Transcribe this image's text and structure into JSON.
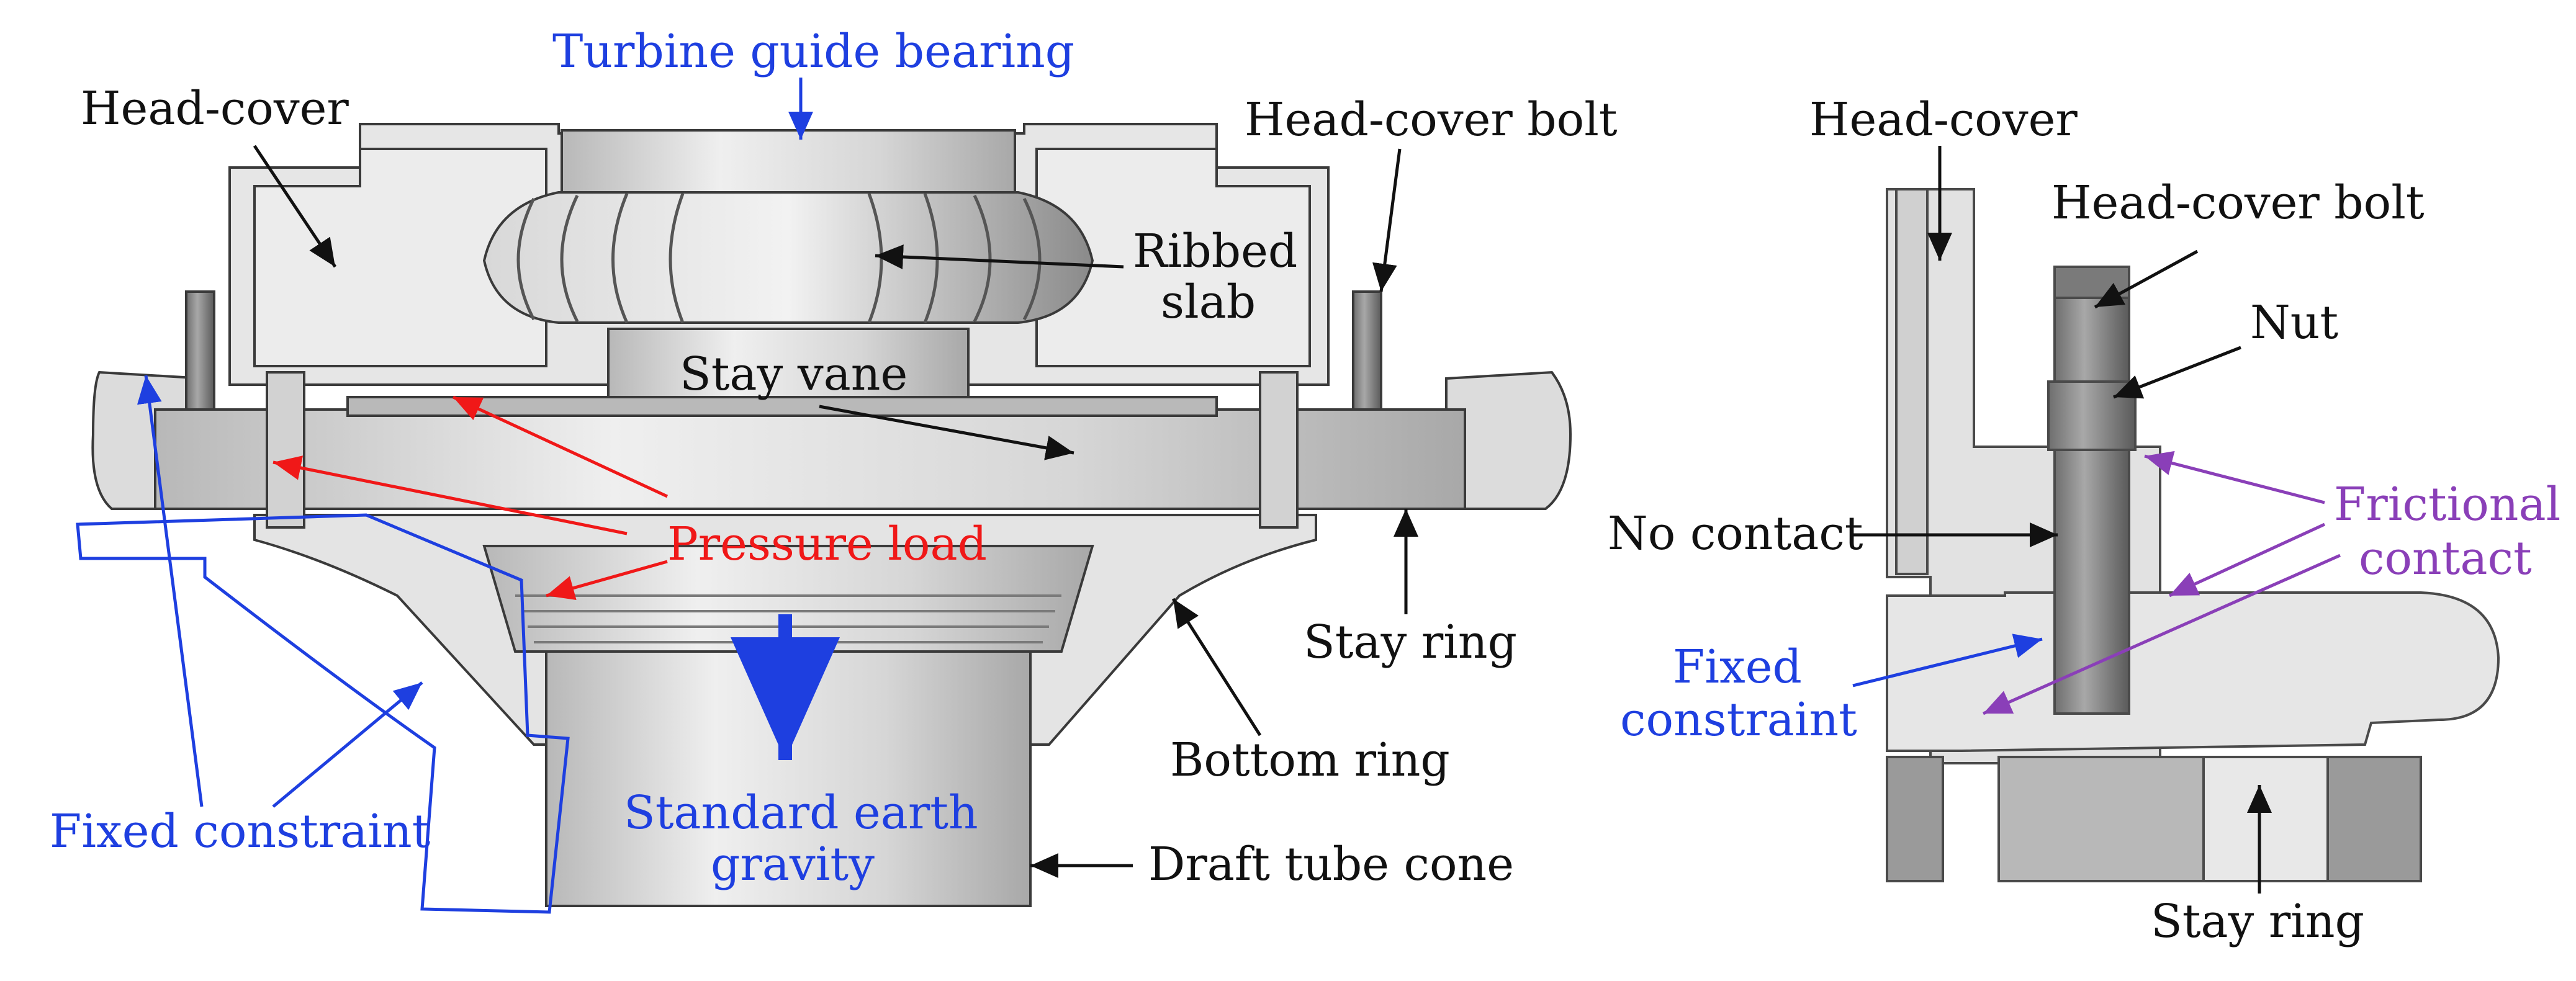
{
  "colors": {
    "black_label": "#111111",
    "blue_label": "#1e3fe0",
    "red_label": "#f01818",
    "purple_label": "#8a3fb8",
    "part_light": "#e6e6e6",
    "part_mid": "#cfcfcf",
    "part_dark": "#9a9a9a",
    "outline": "#3a3a3a"
  },
  "left_view": {
    "labels": {
      "turbine_guide_bearing": "Turbine guide bearing",
      "head_cover": "Head-cover",
      "head_cover_bolt": "Head-cover bolt",
      "ribbed_slab_line1": "Ribbed",
      "ribbed_slab_line2": "slab",
      "stay_vane": "Stay vane",
      "pressure_load": "Pressure load",
      "stay_ring": "Stay ring",
      "bottom_ring": "Bottom ring",
      "fixed_constraint": "Fixed constraint",
      "standard_earth_gravity_line1": "Standard earth",
      "standard_earth_gravity_line2": "gravity",
      "draft_tube_cone": "Draft tube cone"
    }
  },
  "right_view": {
    "labels": {
      "head_cover": "Head-cover",
      "head_cover_bolt": "Head-cover bolt",
      "nut": "Nut",
      "no_contact": "No contact",
      "frictional_contact_line1": "Frictional",
      "frictional_contact_line2": "contact",
      "fixed_constraint_line1": "Fixed",
      "fixed_constraint_line2": "constraint",
      "stay_ring": "Stay ring"
    }
  }
}
